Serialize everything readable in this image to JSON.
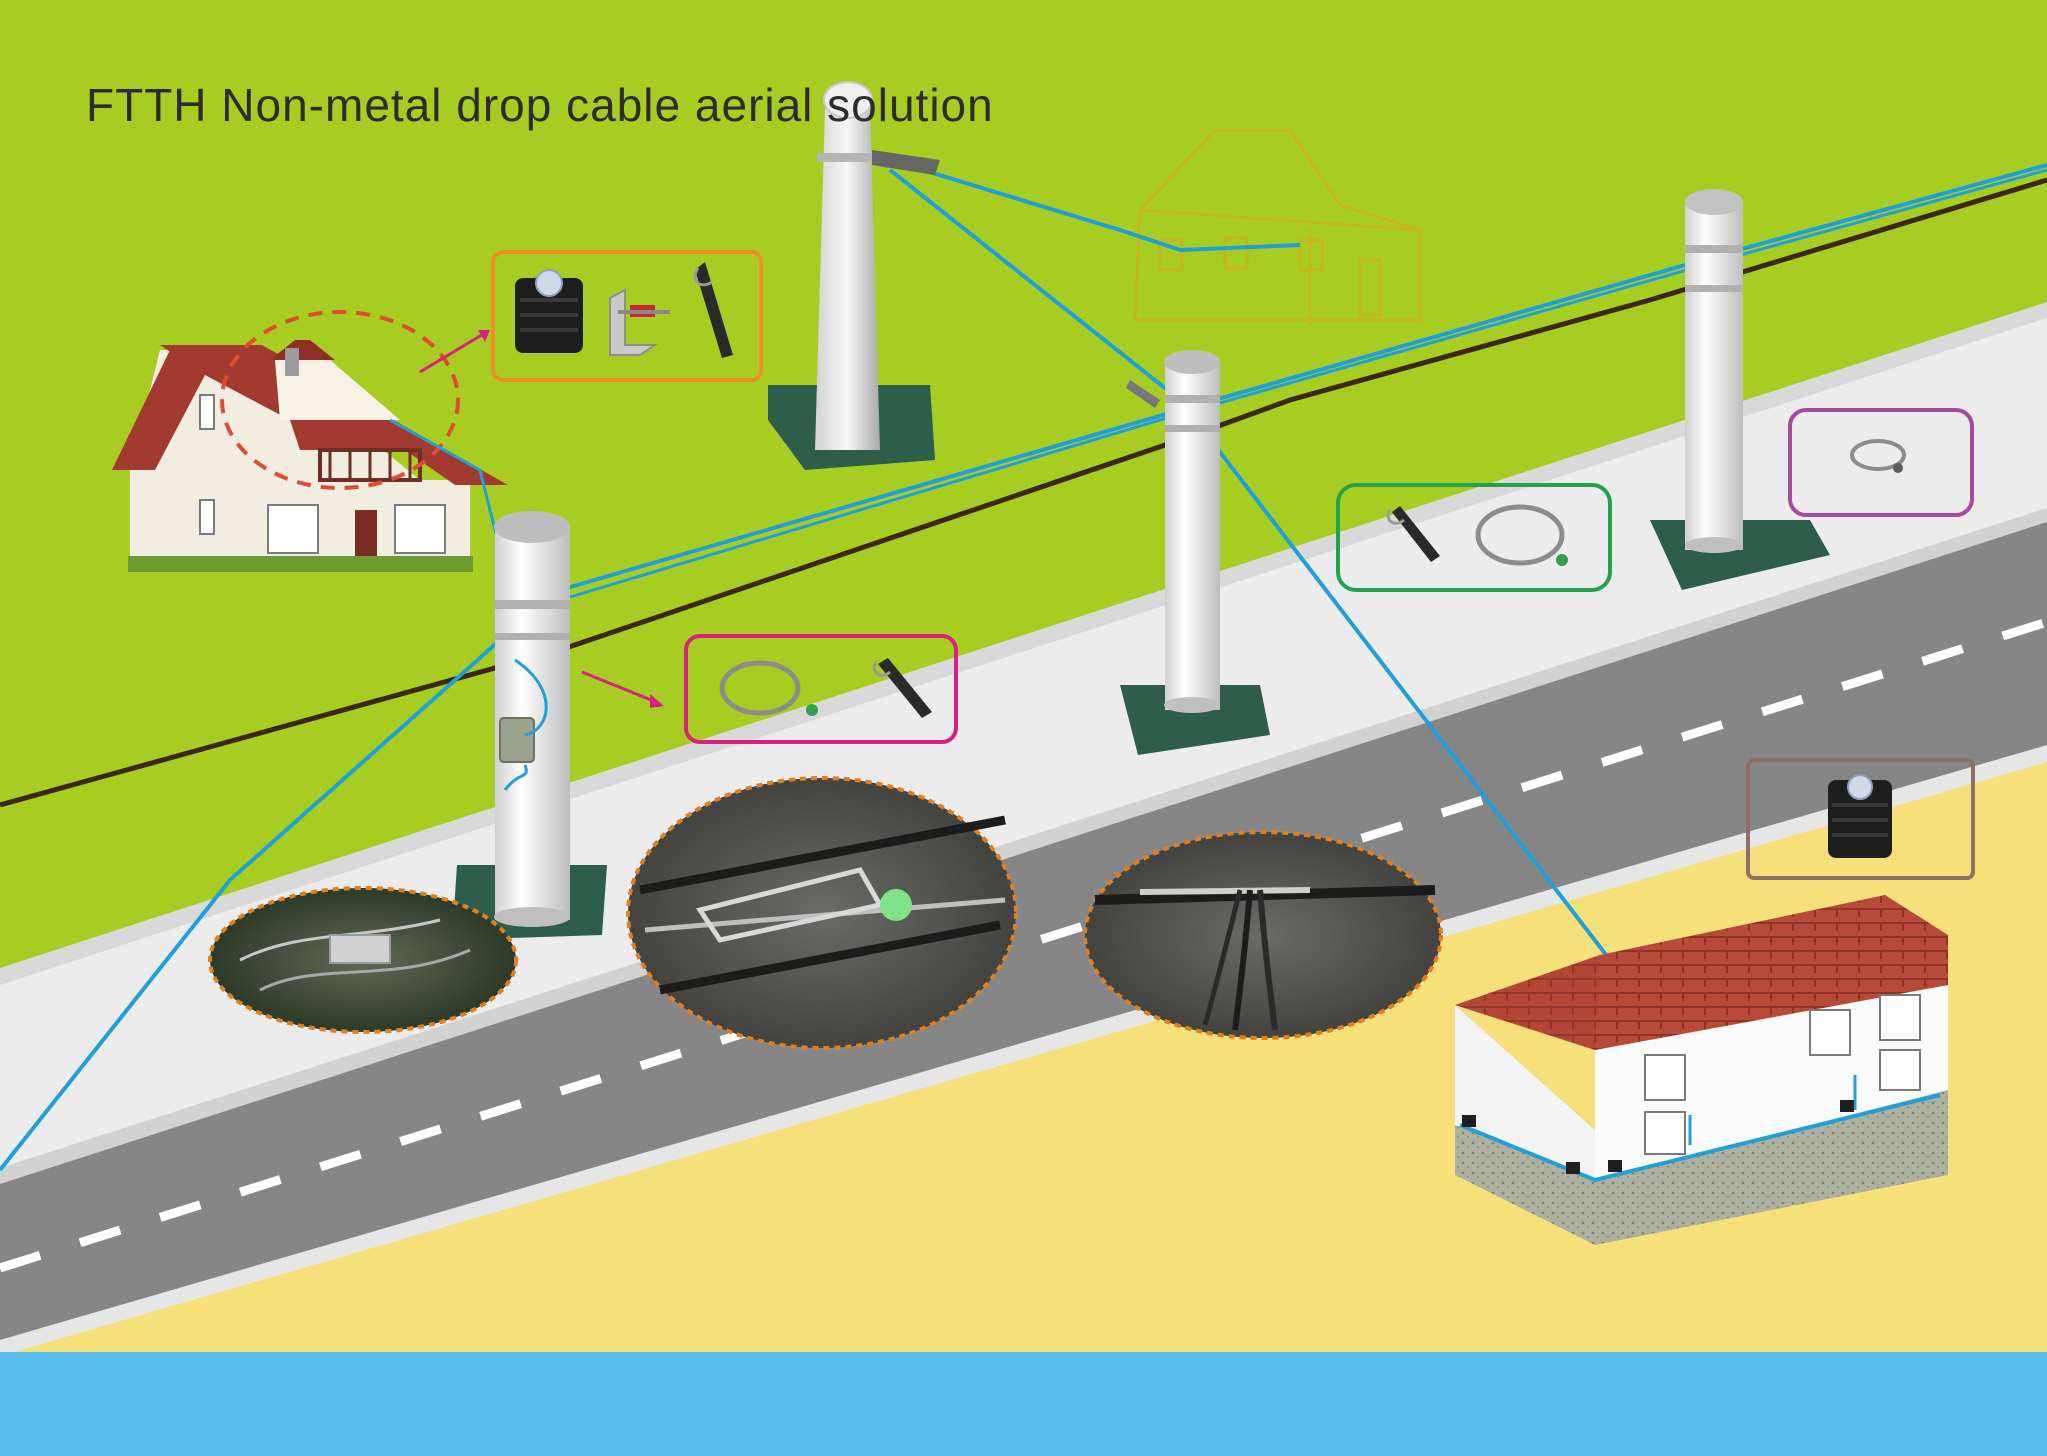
{
  "title": "FTTH Non-metal drop cable aerial solution",
  "colors": {
    "grass": "#a8cd22",
    "sidewalk": "#ececec",
    "road": "#868686",
    "sand": "#f5e079",
    "water": "#55bcec",
    "pole": "#f4f4f4",
    "pole_base": "#2f5d4c",
    "drop_cable": "#1fa0da",
    "messenger_cable": "#3c2717",
    "box_orange": "#ee8f27",
    "box_magenta": "#d6227e",
    "box_green": "#22a24a",
    "box_purple": "#a54b9e",
    "box_brown": "#8a7268",
    "roof_red": "#a33a2f",
    "inset_border": "#e07f20"
  },
  "callouts": [
    {
      "name": "house-attachment-callout",
      "items": [
        "drop-cable-clamp-icon",
        "wall-bracket-icon",
        "wedge-clamp-icon"
      ]
    },
    {
      "name": "pole-entry-callout",
      "items": [
        "pole-band-clamp-icon",
        "wedge-clamp-icon"
      ]
    },
    {
      "name": "mid-pole-callout",
      "items": [
        "wedge-clamp-icon",
        "pole-band-clamp-icon"
      ]
    },
    {
      "name": "far-pole-callout",
      "items": [
        "pole-band-clamp-icon"
      ]
    },
    {
      "name": "building-wall-callout",
      "items": [
        "drop-cable-clamp-icon"
      ]
    }
  ],
  "insets": [
    {
      "name": "closure-closeup-inset",
      "subject": "termination box with clamps"
    },
    {
      "name": "clamp-closeup-inset",
      "subject": "wedge clamp on messenger"
    },
    {
      "name": "branch-closeup-inset",
      "subject": "drop cable branching"
    }
  ]
}
